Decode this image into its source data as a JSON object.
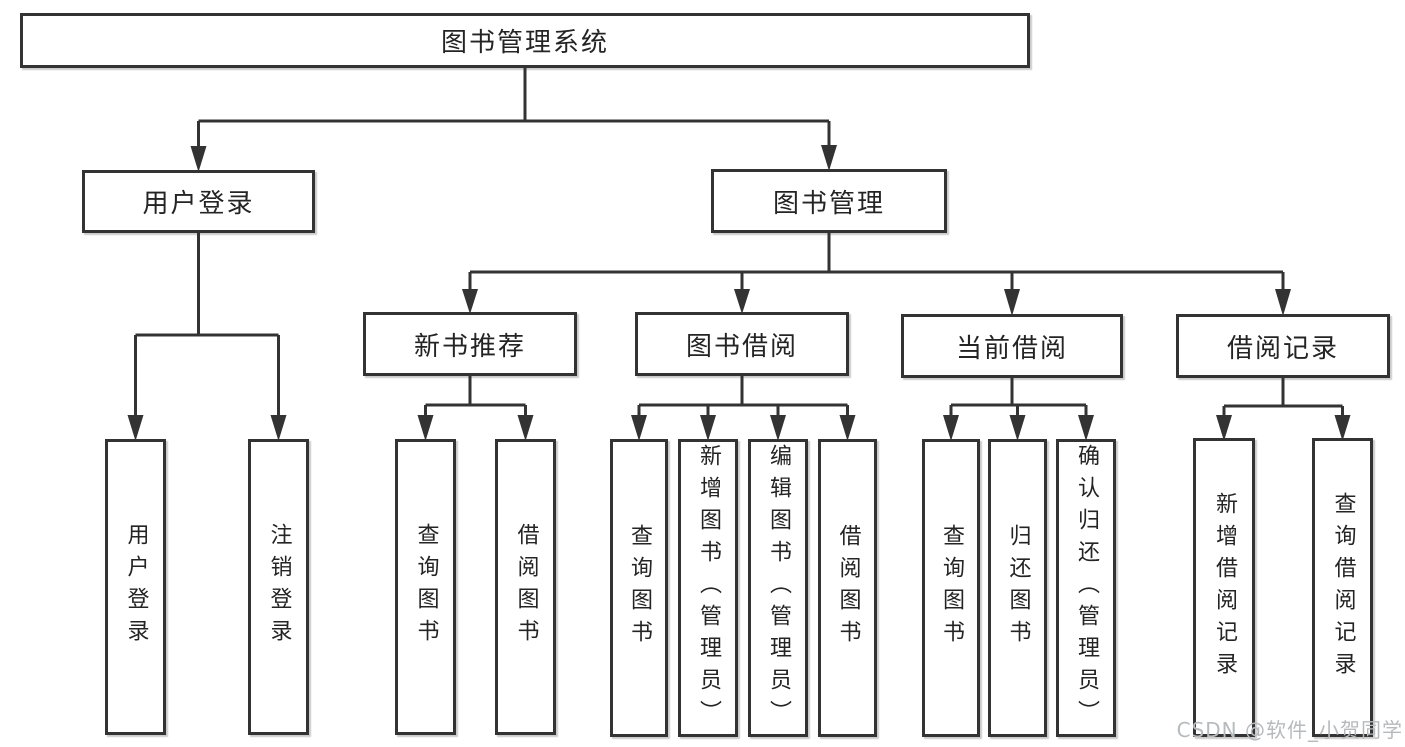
{
  "tree": {
    "label": "图书管理系统",
    "children": [
      {
        "label": "用户登录",
        "children": [
          {
            "label": "用户登录"
          },
          {
            "label": "注销登录"
          }
        ]
      },
      {
        "label": "图书管理",
        "children": [
          {
            "label": "新书推荐",
            "children": [
              {
                "label": "查询图书"
              },
              {
                "label": "借阅图书"
              }
            ]
          },
          {
            "label": "图书借阅",
            "children": [
              {
                "label": "查询图书"
              },
              {
                "label": "新增图书（管理员）"
              },
              {
                "label": "编辑图书（管理员）"
              },
              {
                "label": "借阅图书"
              }
            ]
          },
          {
            "label": "当前借阅",
            "children": [
              {
                "label": "查询图书"
              },
              {
                "label": "归还图书"
              },
              {
                "label": "确认归还（管理员）"
              }
            ]
          },
          {
            "label": "借阅记录",
            "children": [
              {
                "label": "新增借阅记录"
              },
              {
                "label": "查询借阅记录"
              }
            ]
          }
        ]
      }
    ]
  },
  "watermark": "CSDN @软件_小贺同学",
  "colors": {
    "line": "#333333",
    "box_border": "#333333",
    "box_fill": "#ffffff",
    "text": "#242424",
    "watermark": "#b6babd",
    "background": "#ffffff"
  }
}
